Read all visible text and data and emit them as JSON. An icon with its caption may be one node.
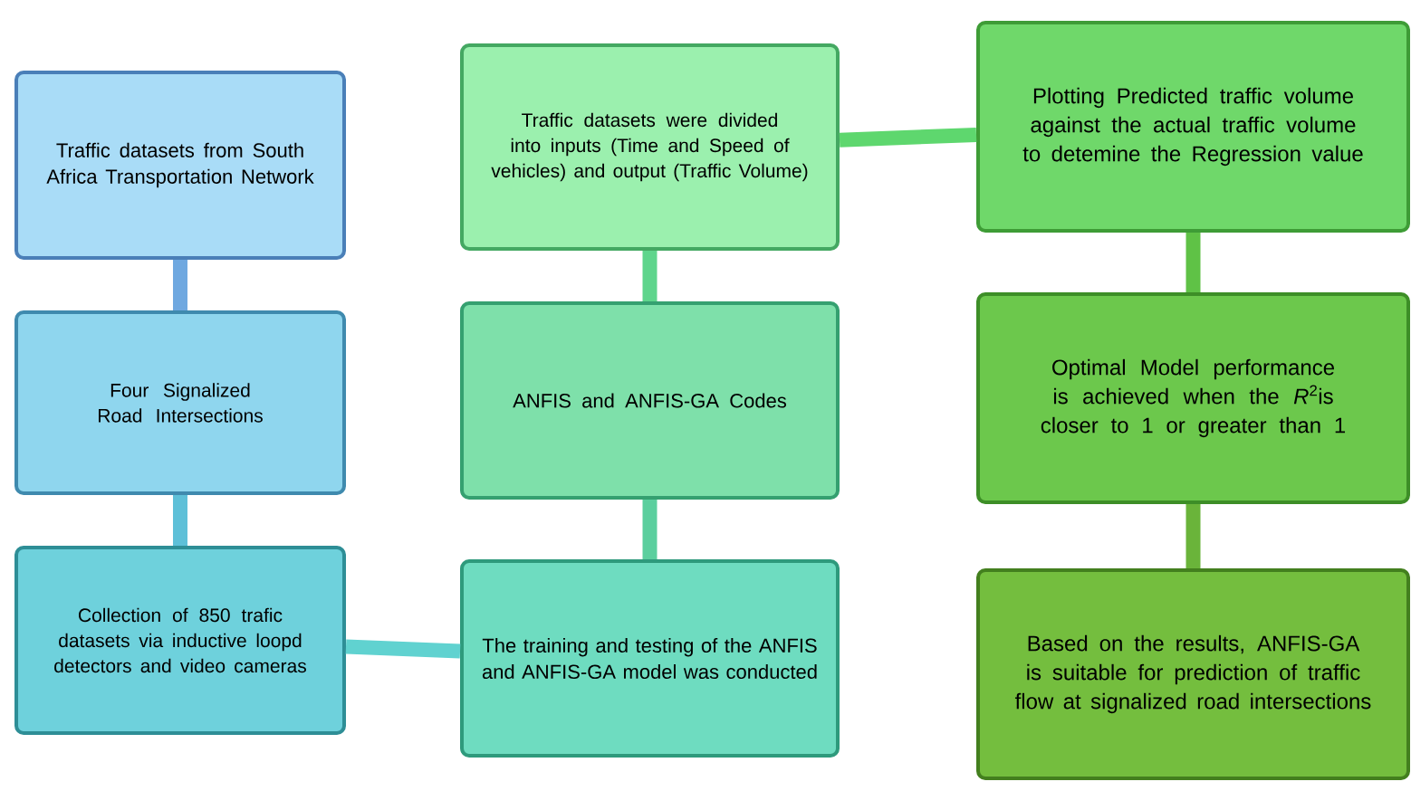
{
  "diagram": {
    "nodes": [
      {
        "text": [
          "Traffic datasets from South Africa Transportation Network"
        ]
      },
      {
        "text": [
          "Four Signalized Road Intersections"
        ]
      },
      {
        "text": [
          "Collection of 850 trafic datasets via inductive loopd detectors and video cameras"
        ]
      },
      {
        "text": [
          "The training and testing of the ANFIS and ANFIS-GA model was conducted"
        ]
      },
      {
        "text": [
          "ANFIS and ANFIS-GA Codes"
        ]
      },
      {
        "text": [
          "Traffic datasets were divided into inputs (Time and Speed of vehicles) and output (Traffic Volume)"
        ]
      },
      {
        "text": [
          "Plotting Predicted traffic volume against the actual traffic volume to detemine the Regression value"
        ]
      },
      {
        "text": [
          "Optimal Model performance is achieved when the *R*$^{2}$is closer to 1 or greater than 1"
        ]
      },
      {
        "text": [
          "Based on the results, ANFIS-GA is suitable for prediction of traffic flow at signalized road intersections"
        ]
      }
    ],
    "edges": [
      {
        "from": 0,
        "to": 1,
        "arrow": "none",
        "color": "#6fa8e0"
      },
      {
        "from": 1,
        "to": 2,
        "arrow": "none",
        "color": "#5ec0d8"
      },
      {
        "from": 2,
        "to": 3,
        "arrow": "none",
        "color": "#60d2d0"
      },
      {
        "from": 3,
        "to": 4,
        "arrow": "none",
        "color": "#5bcf9e"
      },
      {
        "from": 4,
        "to": 5,
        "arrow": "none",
        "color": "#5ed58c"
      },
      {
        "from": 5,
        "to": 6,
        "arrow": "none",
        "color": "#5ed76e"
      },
      {
        "from": 6,
        "to": 7,
        "arrow": "none",
        "color": "#5fc246"
      },
      {
        "from": 7,
        "to": 8,
        "arrow": "none",
        "color": "#6ab43a"
      }
    ]
  }
}
